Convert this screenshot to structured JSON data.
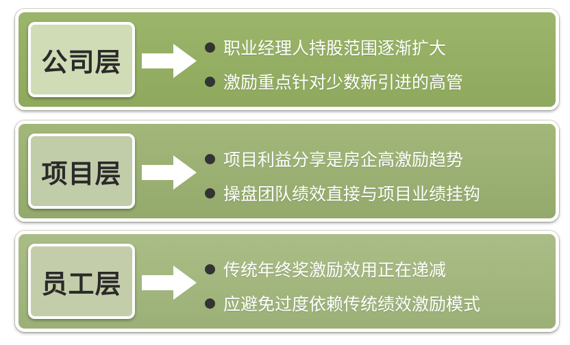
{
  "rows": [
    {
      "label": "公司层",
      "bullets": [
        "职业经理人持股范围逐渐扩大",
        "激励重点针对少数新引进的高管"
      ]
    },
    {
      "label": "项目层",
      "bullets": [
        "项目利益分享是房企高激励趋势",
        "操盘团队绩效直接与项目业绩挂钩"
      ]
    },
    {
      "label": "员工层",
      "bullets": [
        "传统年终奖激励效用正在递减",
        "应避免过度依赖传统绩效激励模式"
      ]
    }
  ],
  "colors": {
    "row_fill": "#9bb56a",
    "label_fill": "#cfdcb5",
    "arrow": "#ffffff",
    "bullet_dot": "#333333"
  },
  "icons": {
    "arrow": "right-arrow-icon",
    "bullet": "bullet-dot-icon"
  }
}
